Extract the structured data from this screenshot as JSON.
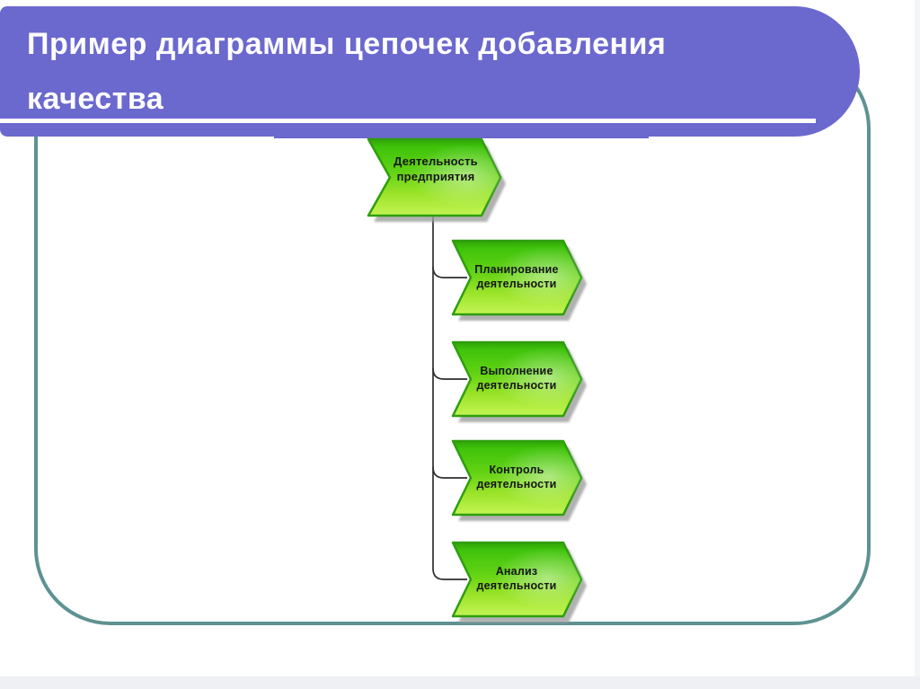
{
  "slide": {
    "title": "Пример диаграммы цепочек добавления качества"
  },
  "diagram": {
    "type": "value-added-chain",
    "nodes": [
      {
        "id": "root",
        "label": "Деятельность предприятия"
      },
      {
        "id": "child-1",
        "label": "Планирование деятельности"
      },
      {
        "id": "child-2",
        "label": "Выполнение деятельности"
      },
      {
        "id": "child-3",
        "label": "Контроль деятельности"
      },
      {
        "id": "child-4",
        "label": "Анализ деятельности"
      }
    ],
    "edges": [
      [
        "root",
        "child-1"
      ],
      [
        "root",
        "child-2"
      ],
      [
        "root",
        "child-3"
      ],
      [
        "root",
        "child-4"
      ]
    ]
  },
  "colors": {
    "header_purple": "#6B68CE",
    "header_text": "#FCFCFF",
    "frame_teal": "#5E9292",
    "shape_border_green": "#2E9E0E",
    "shape_green_top": "#3FC30B",
    "shape_green_bottom": "#C4F455",
    "shape_shadow_gray": "#9E9E9E",
    "connector_dark": "#2E2E2E",
    "node_text": "#161616"
  }
}
